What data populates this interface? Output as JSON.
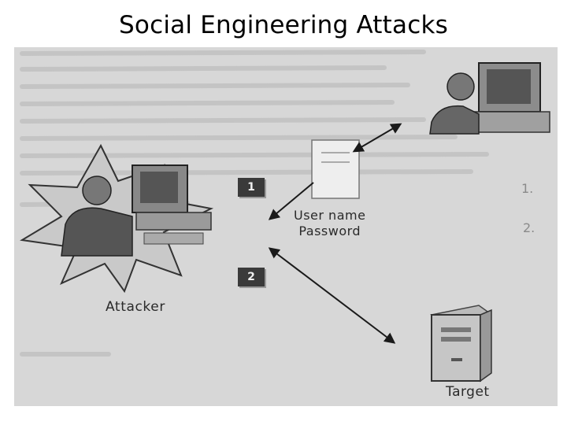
{
  "slide": {
    "title": "Social Engineering Attacks"
  },
  "diagram": {
    "steps": [
      "1",
      "2"
    ],
    "credentials": {
      "line1": "User name",
      "line2": "Password"
    },
    "attacker_label": "Attacker",
    "target_label": "Target",
    "margin_numbers": [
      "1.",
      "2."
    ]
  },
  "colors": {
    "background": "#d7d7d7",
    "ink": "#2a2a2a",
    "step_badge": "#3a3a3a"
  }
}
